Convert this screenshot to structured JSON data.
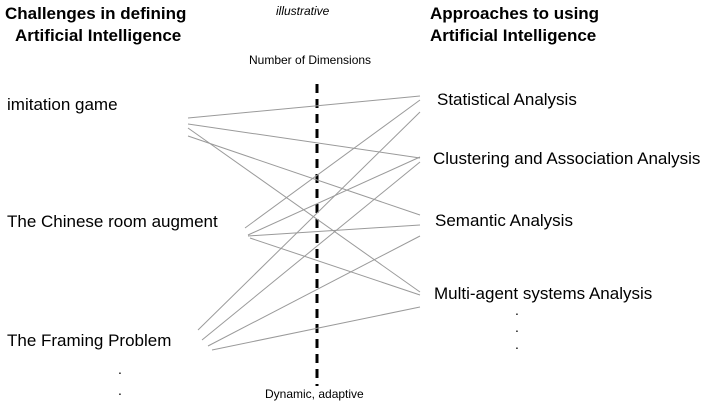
{
  "note": "illustrative",
  "left_heading": {
    "line1": "Challenges in defining",
    "line2": "Artificial Intelligence"
  },
  "right_heading": {
    "line1": "Approaches to using",
    "line2": "Artificial Intelligence"
  },
  "axis": {
    "top_label": "Number of Dimensions",
    "bottom_label": "Dynamic, adaptive"
  },
  "challenges": [
    "imitation game",
    "The Chinese room augment",
    "The Framing Problem"
  ],
  "approaches": [
    "Statistical Analysis",
    "Clustering and Association Analysis",
    "Semantic Analysis",
    "Multi-agent systems Analysis"
  ],
  "ellipsis_dot": ".",
  "colors": {
    "connector": "#9a9a9a",
    "axis": "#000000"
  }
}
